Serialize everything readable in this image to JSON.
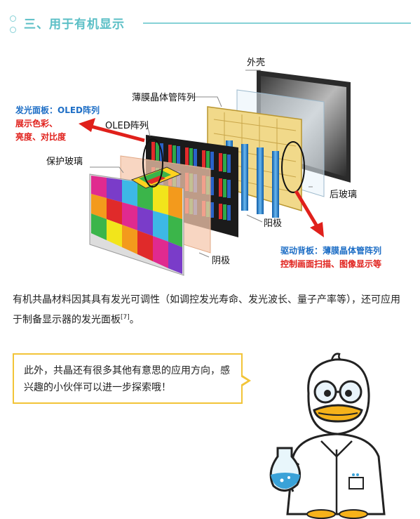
{
  "heading": {
    "title": "三、用于有机显示"
  },
  "diagram": {
    "labels": {
      "outer_shell": "外壳",
      "tft_array": "薄膜晶体管阵列",
      "oled_array": "OLED阵列",
      "protective_glass": "保护玻璃",
      "rear_glass": "后玻璃",
      "anode": "阳极",
      "cathode": "阴极"
    },
    "left_callout": {
      "title": "发光面板：OLED阵列",
      "line1": "展示色彩、",
      "line2": "亮度、对比度"
    },
    "right_callout": {
      "title": "驱动背板：薄膜晶体管阵列",
      "line1": "控制画面扫描、图像显示等"
    },
    "colors": {
      "blue": "#1f6fc6",
      "red": "#e0201b",
      "accent": "#5bbfc6",
      "bubble_border": "#f2c438"
    }
  },
  "paragraph": {
    "text": "有机共晶材料因其具有发光可调性（如调控发光寿命、发光波长、量子产率等），还可应用于制备显示器的发光面板",
    "ref": "[7]",
    "end": "。"
  },
  "bubble": {
    "text": "此外，共晶还有很多其他有意思的应用方向，感兴趣的小伙伴可以进一步探索哦！"
  },
  "mascot": {
    "icon": "duck-scientist-icon"
  }
}
